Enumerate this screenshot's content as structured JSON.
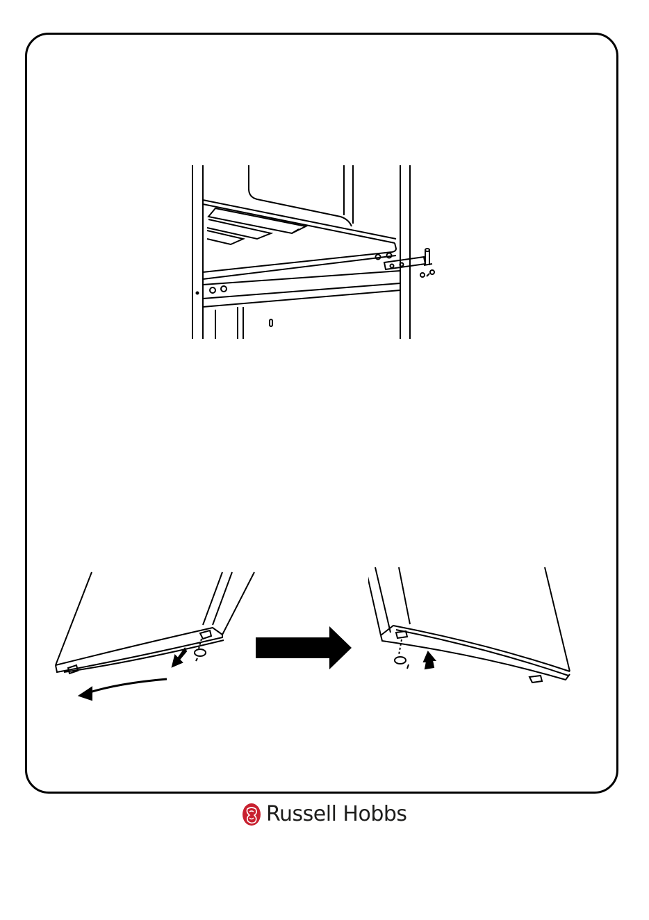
{
  "brand": {
    "name": "Russell Hobbs",
    "color": "#1d1d1b",
    "mark_color": "#c8202f",
    "mark_icon": "russell-hobbs-emblem-icon"
  },
  "figures": [
    {
      "id": "hinge",
      "icon": "lower-hinge-bracket-illustration"
    },
    {
      "id": "door-left",
      "icon": "door-bottom-removal-illustration"
    },
    {
      "id": "arrow",
      "icon": "right-arrow-icon"
    },
    {
      "id": "door-right",
      "icon": "door-bottom-refit-illustration"
    }
  ],
  "frame": {
    "border_color": "#000000"
  }
}
